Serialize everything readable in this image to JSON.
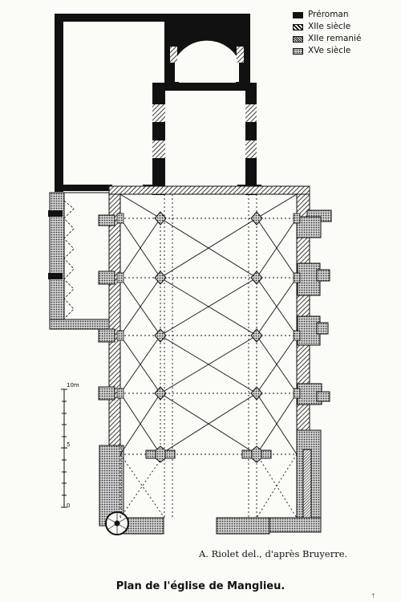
{
  "legend": {
    "items": [
      {
        "label": "Préroman",
        "pattern": "solid"
      },
      {
        "label": "XIIe siècle",
        "pattern": "stripe-sparse"
      },
      {
        "label": "XIIe remanié",
        "pattern": "stripe-dense"
      },
      {
        "label": "XVe siècle",
        "pattern": "dots"
      }
    ]
  },
  "scale": {
    "top": "10m",
    "middle": "5",
    "bottom": "0"
  },
  "credit": "A. Riolet del., d'après Bruyerre.",
  "caption": "Plan de l'église de Manglieu.",
  "page_mark": "↑",
  "colors": {
    "ink": "#111111",
    "paper": "#fbfbf8"
  }
}
